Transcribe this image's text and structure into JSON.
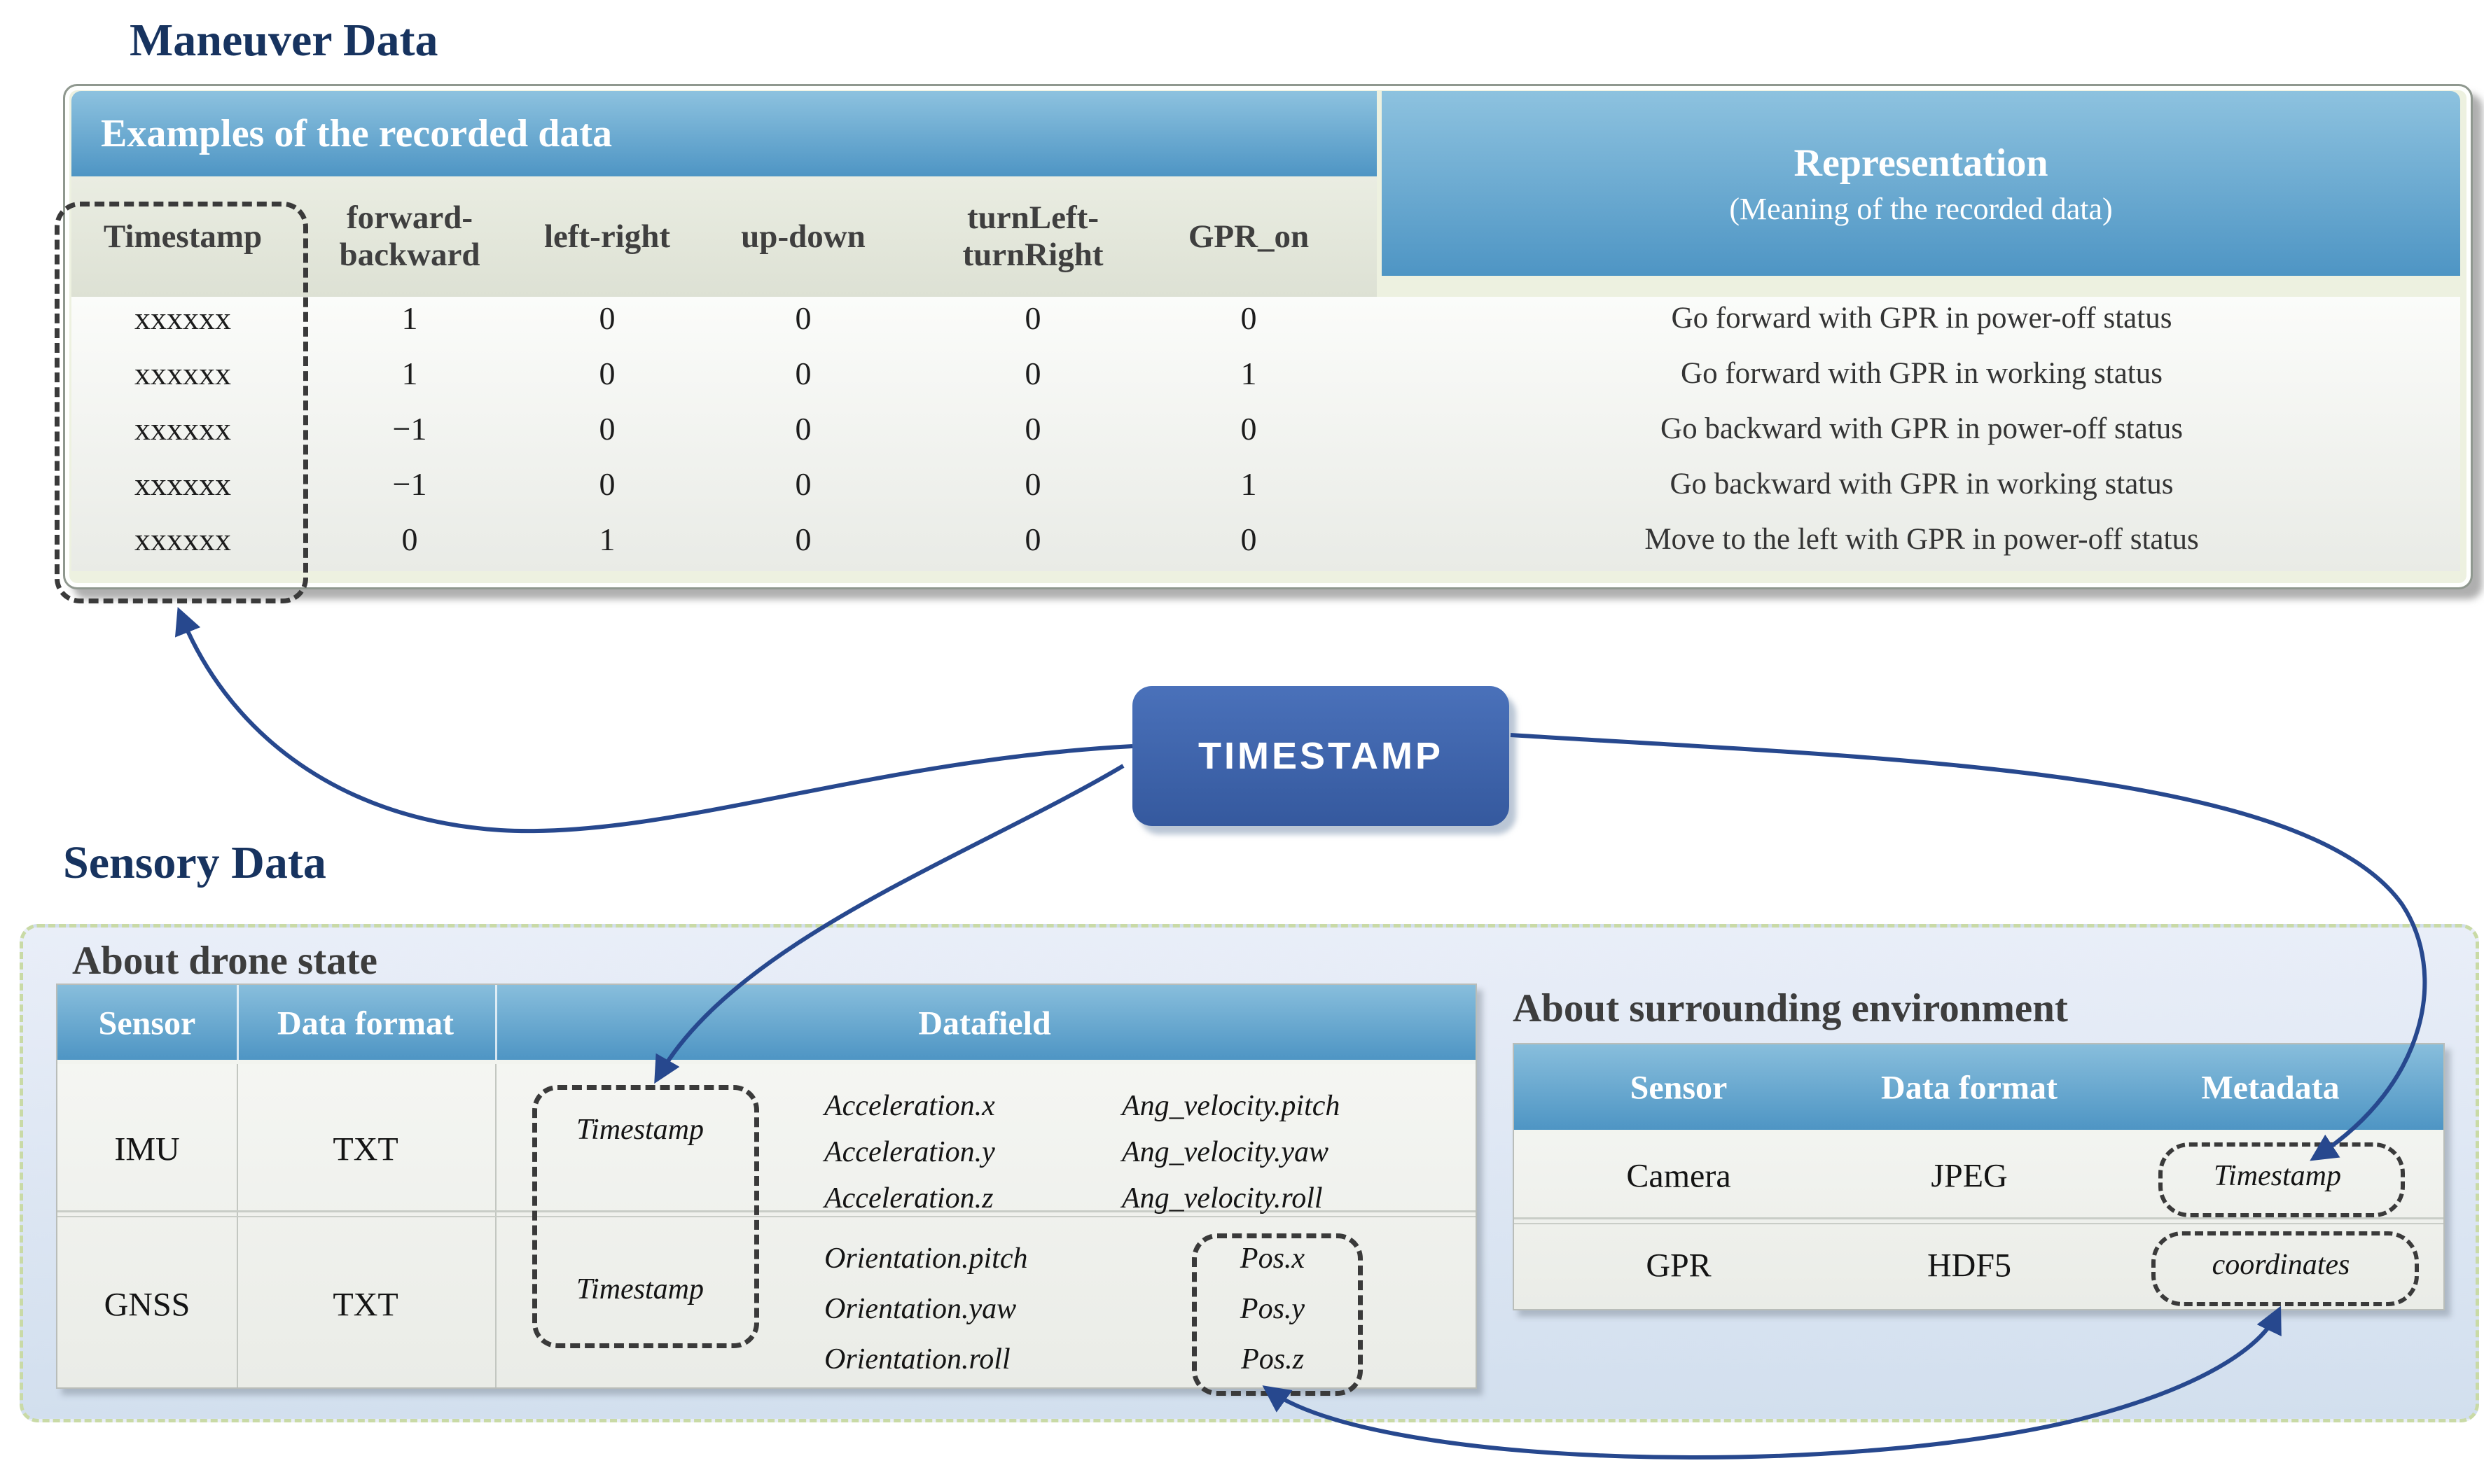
{
  "titles": {
    "maneuver": "Maneuver Data",
    "sensory": "Sensory Data"
  },
  "timestamp_node": {
    "label": "TIMESTAMP"
  },
  "maneuver": {
    "examples_header": "Examples of the recorded data",
    "representation_title": "Representation",
    "representation_subtitle": "(Meaning of the recorded data)",
    "columns": [
      "Timestamp",
      "forward-backward",
      "left-right",
      "up-down",
      "turnLeft-turnRight",
      "GPR_on"
    ],
    "rows": [
      [
        "xxxxxx",
        "1",
        "0",
        "0",
        "0",
        "0"
      ],
      [
        "xxxxxx",
        "1",
        "0",
        "0",
        "0",
        "1"
      ],
      [
        "xxxxxx",
        "−1",
        "0",
        "0",
        "0",
        "0"
      ],
      [
        "xxxxxx",
        "−1",
        "0",
        "0",
        "0",
        "1"
      ],
      [
        "xxxxxx",
        "0",
        "1",
        "0",
        "0",
        "0"
      ]
    ],
    "representations": [
      "Go forward with GPR in power-off status",
      "Go forward with GPR in working status",
      "Go backward with GPR in power-off status",
      "Go backward with GPR in working status",
      "Move to the left with GPR in power-off status"
    ]
  },
  "drone": {
    "title": "About drone state",
    "columns": [
      "Sensor",
      "Data format",
      "Datafield"
    ],
    "imu": {
      "sensor": "IMU",
      "format": "TXT",
      "timestamp": "Timestamp",
      "f0": "Acceleration.x",
      "f1": "Acceleration.y",
      "f2": "Acceleration.z",
      "g0": "Ang_velocity.pitch",
      "g1": "Ang_velocity.yaw",
      "g2": "Ang_velocity.roll"
    },
    "gnss": {
      "sensor": "GNSS",
      "format": "TXT",
      "timestamp": "Timestamp",
      "f0": "Orientation.pitch",
      "f1": "Orientation.yaw",
      "f2": "Orientation.roll",
      "g0": "Pos.x",
      "g1": "Pos.y",
      "g2": "Pos.z"
    }
  },
  "environment": {
    "title": "About surrounding environment",
    "columns": [
      "Sensor",
      "Data format",
      "Metadata"
    ],
    "camera": {
      "sensor": "Camera",
      "format": "JPEG",
      "metadata": "Timestamp"
    },
    "gpr": {
      "sensor": "GPR",
      "format": "HDF5",
      "metadata": "coordinates"
    }
  },
  "colors": {
    "title_navy": "#17335f",
    "header_blue_top": "#8dc2df",
    "header_blue_bottom": "#4e95c4",
    "timestamp_node_blue": "#3f63ae",
    "arrow_blue": "#27488e",
    "maneuver_box_fill": "#edf1e0",
    "sensory_panel_fill": "#dce6f3",
    "sensory_panel_dash": "#c9daa6",
    "dashed_annotation": "#3a3a3a"
  }
}
